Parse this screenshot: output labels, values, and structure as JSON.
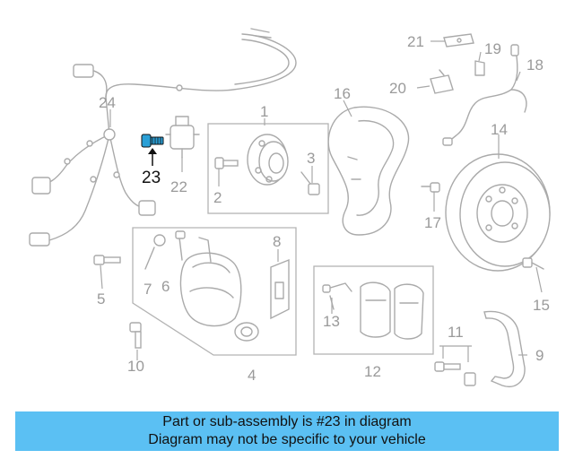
{
  "banner": {
    "line1": "Part or sub-assembly is #23 in diagram",
    "line2": "Diagram may not be specific to your vehicle",
    "color": "#5bc0f3"
  },
  "highlight": {
    "part_number": "23",
    "color": "#2a9fd6"
  },
  "callouts": {
    "c1": "1",
    "c2": "2",
    "c3": "3",
    "c4": "4",
    "c5": "5",
    "c6": "6",
    "c7": "7",
    "c8": "8",
    "c9": "9",
    "c10": "10",
    "c11": "11",
    "c12": "12",
    "c13": "13",
    "c14": "14",
    "c15": "15",
    "c16": "16",
    "c17": "17",
    "c18": "18",
    "c19": "19",
    "c20": "20",
    "c21": "21",
    "c22": "22",
    "c23": "23",
    "c24": "24"
  }
}
